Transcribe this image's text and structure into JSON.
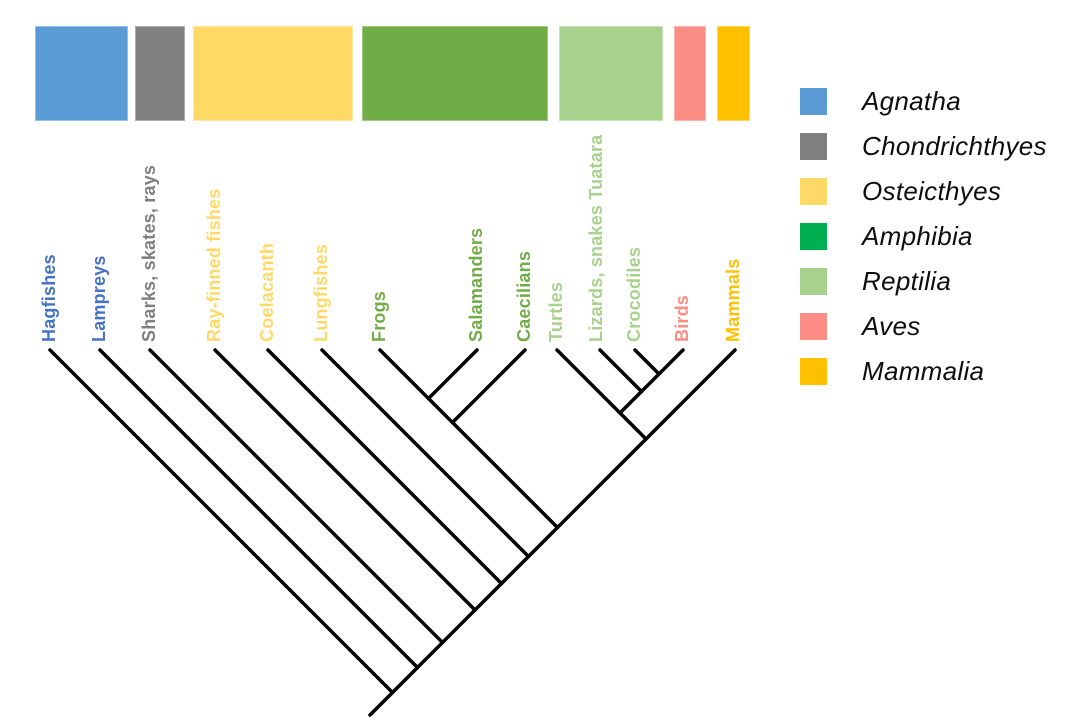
{
  "figure": {
    "kind": "vertebrate phylogeny cladogram"
  },
  "taxa": [
    {
      "name": "Hagfishes",
      "color": "#4472C4"
    },
    {
      "name": "Lampreys",
      "color": "#4472C4"
    },
    {
      "name": "Sharks, skates, rays",
      "color": "#7F7F7F"
    },
    {
      "name": "Ray-finned fishes",
      "color": "#FFD966"
    },
    {
      "name": "Coelacanth",
      "color": "#FFD966"
    },
    {
      "name": "Lungfishes",
      "color": "#FFD966"
    },
    {
      "name": "Frogs",
      "color": "#70AD47"
    },
    {
      "name": "Salamanders",
      "color": "#70AD47"
    },
    {
      "name": "Caecilians",
      "color": "#70AD47"
    },
    {
      "name": "Turtles",
      "color": "#A9D18E"
    },
    {
      "name": "Lizards, snakes Tuatara",
      "color": "#A9D18E"
    },
    {
      "name": "Crocodiles",
      "color": "#A9D18E"
    },
    {
      "name": "Birds",
      "color": "#FB8D84"
    },
    {
      "name": "Mammals",
      "color": "#FFC000"
    }
  ],
  "group_bars": [
    {
      "group": "Agnatha",
      "color": "#5B9BD5"
    },
    {
      "group": "Chondrichthyes",
      "color": "#808080"
    },
    {
      "group": "Osteicthyes",
      "color": "#FFD966"
    },
    {
      "group": "Amphibia",
      "color": "#70AD47"
    },
    {
      "group": "Reptilia",
      "color": "#A9D18E"
    },
    {
      "group": "Aves",
      "color": "#FB8D84"
    },
    {
      "group": "Mammalia",
      "color": "#FFC000"
    }
  ],
  "legend": {
    "items": [
      {
        "label": "Agnatha",
        "color": "#5B9BD5"
      },
      {
        "label": "Chondrichthyes",
        "color": "#808080"
      },
      {
        "label": "Osteicthyes",
        "color": "#FFD966"
      },
      {
        "label": "Amphibia",
        "color": "#00B050"
      },
      {
        "label": "Reptilia",
        "color": "#A9D18E"
      },
      {
        "label": "Aves",
        "color": "#FB8D84"
      },
      {
        "label": "Mammalia",
        "color": "#FFC000"
      }
    ]
  },
  "tree": {
    "type": "cladogram",
    "orientation": "tips-top-root-bottom",
    "line_color": "#000000",
    "newick": "(Hagfishes,(Lampreys,(Sharks skates rays,(Ray-finned fishes,(Coelacanth,(Lungfishes,(((Frogs,Salamanders),Caecilians),((Turtles,(Lizards snakes Tuatara,(Crocodiles,Birds))),Mammals))))))))"
  }
}
